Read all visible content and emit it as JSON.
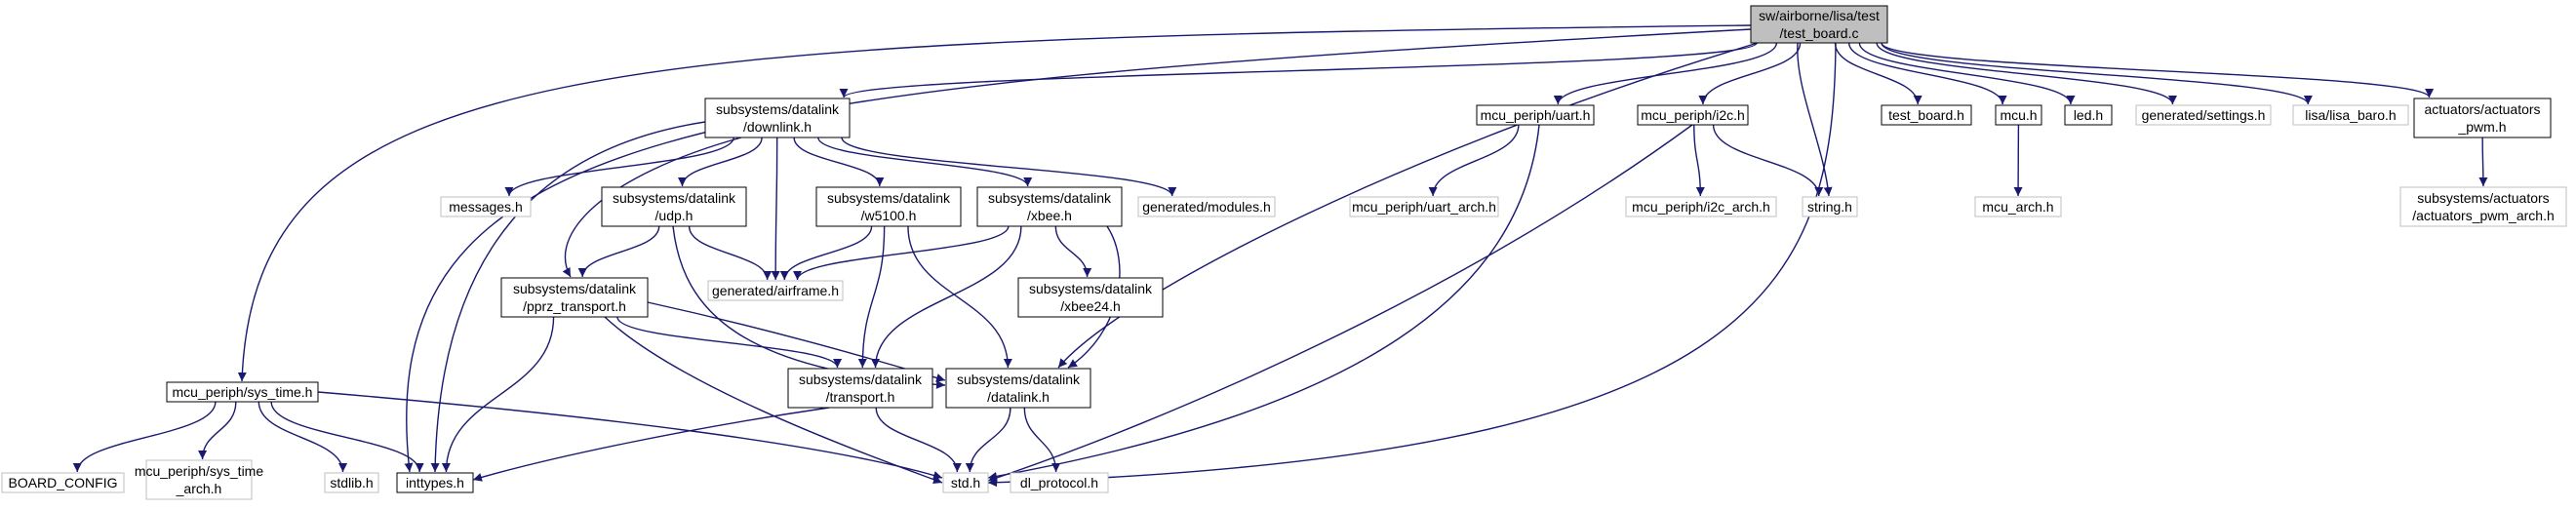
{
  "colors": {
    "edge": "#191970",
    "root_fill": "#bfbfbf",
    "node_border": "#000000",
    "missing_border": "#bfbfbf",
    "background": "#ffffff"
  },
  "nodes": {
    "root": {
      "lines": [
        "sw/airborne/lisa/test",
        "/test_board.c"
      ],
      "style": "root"
    },
    "sys_time": {
      "lines": [
        "mcu_periph/sys_time.h"
      ],
      "style": "normal"
    },
    "board_config": {
      "lines": [
        "BOARD_CONFIG"
      ],
      "style": "missing"
    },
    "sys_time_arch": {
      "lines": [
        "mcu_periph/sys_time",
        "_arch.h"
      ],
      "style": "missing"
    },
    "stdlib": {
      "lines": [
        "stdlib.h"
      ],
      "style": "missing"
    },
    "inttypes": {
      "lines": [
        "inttypes.h"
      ],
      "style": "normal"
    },
    "std": {
      "lines": [
        "std.h"
      ],
      "style": "missing"
    },
    "downlink": {
      "lines": [
        "subsystems/datalink",
        "/downlink.h"
      ],
      "style": "normal"
    },
    "messages": {
      "lines": [
        "messages.h"
      ],
      "style": "missing"
    },
    "udp": {
      "lines": [
        "subsystems/datalink",
        "/udp.h"
      ],
      "style": "normal"
    },
    "w5100": {
      "lines": [
        "subsystems/datalink",
        "/w5100.h"
      ],
      "style": "normal"
    },
    "xbee": {
      "lines": [
        "subsystems/datalink",
        "/xbee.h"
      ],
      "style": "normal"
    },
    "gen_modules": {
      "lines": [
        "generated/modules.h"
      ],
      "style": "missing"
    },
    "gen_airframe": {
      "lines": [
        "generated/airframe.h"
      ],
      "style": "missing"
    },
    "pprz": {
      "lines": [
        "subsystems/datalink",
        "/pprz_transport.h"
      ],
      "style": "normal"
    },
    "xbee24": {
      "lines": [
        "subsystems/datalink",
        "/xbee24.h"
      ],
      "style": "normal"
    },
    "transport": {
      "lines": [
        "subsystems/datalink",
        "/transport.h"
      ],
      "style": "normal"
    },
    "datalink": {
      "lines": [
        "subsystems/datalink",
        "/datalink.h"
      ],
      "style": "normal"
    },
    "dl_protocol": {
      "lines": [
        "dl_protocol.h"
      ],
      "style": "missing"
    },
    "uart": {
      "lines": [
        "mcu_periph/uart.h"
      ],
      "style": "normal"
    },
    "uart_arch": {
      "lines": [
        "mcu_periph/uart_arch.h"
      ],
      "style": "missing"
    },
    "i2c": {
      "lines": [
        "mcu_periph/i2c.h"
      ],
      "style": "normal"
    },
    "i2c_arch": {
      "lines": [
        "mcu_periph/i2c_arch.h"
      ],
      "style": "missing"
    },
    "string": {
      "lines": [
        "string.h"
      ],
      "style": "missing"
    },
    "test_board": {
      "lines": [
        "test_board.h"
      ],
      "style": "normal"
    },
    "mcu": {
      "lines": [
        "mcu.h"
      ],
      "style": "normal"
    },
    "mcu_arch": {
      "lines": [
        "mcu_arch.h"
      ],
      "style": "missing"
    },
    "led": {
      "lines": [
        "led.h"
      ],
      "style": "normal"
    },
    "gen_settings": {
      "lines": [
        "generated/settings.h"
      ],
      "style": "missing"
    },
    "lisa_baro": {
      "lines": [
        "lisa/lisa_baro.h"
      ],
      "style": "missing"
    },
    "act_pwm": {
      "lines": [
        "actuators/actuators",
        "_pwm.h"
      ],
      "style": "normal"
    },
    "act_pwm_arch": {
      "lines": [
        "subsystems/actuators",
        "/actuators_pwm_arch.h"
      ],
      "style": "missing"
    }
  },
  "edges": [
    [
      "root",
      "sys_time"
    ],
    [
      "root",
      "inttypes"
    ],
    [
      "root",
      "downlink"
    ],
    [
      "root",
      "datalink"
    ],
    [
      "root",
      "std"
    ],
    [
      "root",
      "uart"
    ],
    [
      "root",
      "i2c"
    ],
    [
      "root",
      "string"
    ],
    [
      "root",
      "test_board"
    ],
    [
      "root",
      "mcu"
    ],
    [
      "root",
      "led"
    ],
    [
      "root",
      "gen_settings"
    ],
    [
      "root",
      "lisa_baro"
    ],
    [
      "root",
      "act_pwm"
    ],
    [
      "sys_time",
      "board_config"
    ],
    [
      "sys_time",
      "sys_time_arch"
    ],
    [
      "sys_time",
      "stdlib"
    ],
    [
      "sys_time",
      "inttypes"
    ],
    [
      "sys_time",
      "std"
    ],
    [
      "downlink",
      "inttypes"
    ],
    [
      "downlink",
      "messages"
    ],
    [
      "downlink",
      "pprz"
    ],
    [
      "downlink",
      "udp"
    ],
    [
      "downlink",
      "gen_airframe"
    ],
    [
      "downlink",
      "w5100"
    ],
    [
      "downlink",
      "xbee"
    ],
    [
      "downlink",
      "gen_modules"
    ],
    [
      "udp",
      "pprz"
    ],
    [
      "udp",
      "gen_airframe"
    ],
    [
      "udp",
      "datalink"
    ],
    [
      "w5100",
      "gen_airframe"
    ],
    [
      "w5100",
      "transport"
    ],
    [
      "w5100",
      "datalink"
    ],
    [
      "xbee",
      "gen_airframe"
    ],
    [
      "xbee",
      "xbee24"
    ],
    [
      "xbee",
      "transport"
    ],
    [
      "xbee",
      "datalink"
    ],
    [
      "pprz",
      "inttypes"
    ],
    [
      "pprz",
      "transport"
    ],
    [
      "pprz",
      "datalink"
    ],
    [
      "pprz",
      "std"
    ],
    [
      "transport",
      "inttypes"
    ],
    [
      "transport",
      "std"
    ],
    [
      "datalink",
      "std"
    ],
    [
      "datalink",
      "dl_protocol"
    ],
    [
      "uart",
      "uart_arch"
    ],
    [
      "uart",
      "std"
    ],
    [
      "i2c",
      "i2c_arch"
    ],
    [
      "i2c",
      "string"
    ],
    [
      "i2c",
      "std"
    ],
    [
      "mcu",
      "mcu_arch"
    ],
    [
      "act_pwm",
      "act_pwm_arch"
    ]
  ]
}
